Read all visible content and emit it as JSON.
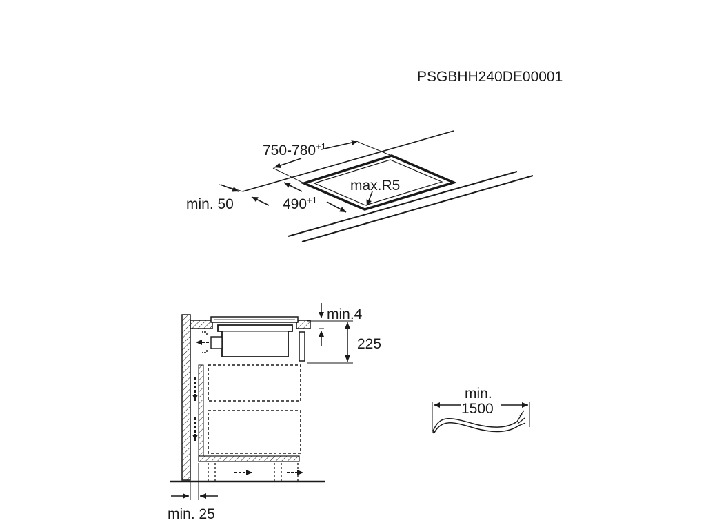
{
  "header": {
    "code": "PSGBHH240DE00001"
  },
  "top_view": {
    "width_label": "750-780",
    "width_tol": "+1",
    "depth_label": "490",
    "depth_tol": "+1",
    "radius_label": "max.R5",
    "edge_label": "min. 50"
  },
  "side_view": {
    "gap_label": "min.4",
    "height_label": "225",
    "wall_label": "min. 25"
  },
  "cable": {
    "label_line1": "min.",
    "label_line2": "1500"
  },
  "colors": {
    "ink": "#1a1a1a",
    "background": "#ffffff"
  }
}
